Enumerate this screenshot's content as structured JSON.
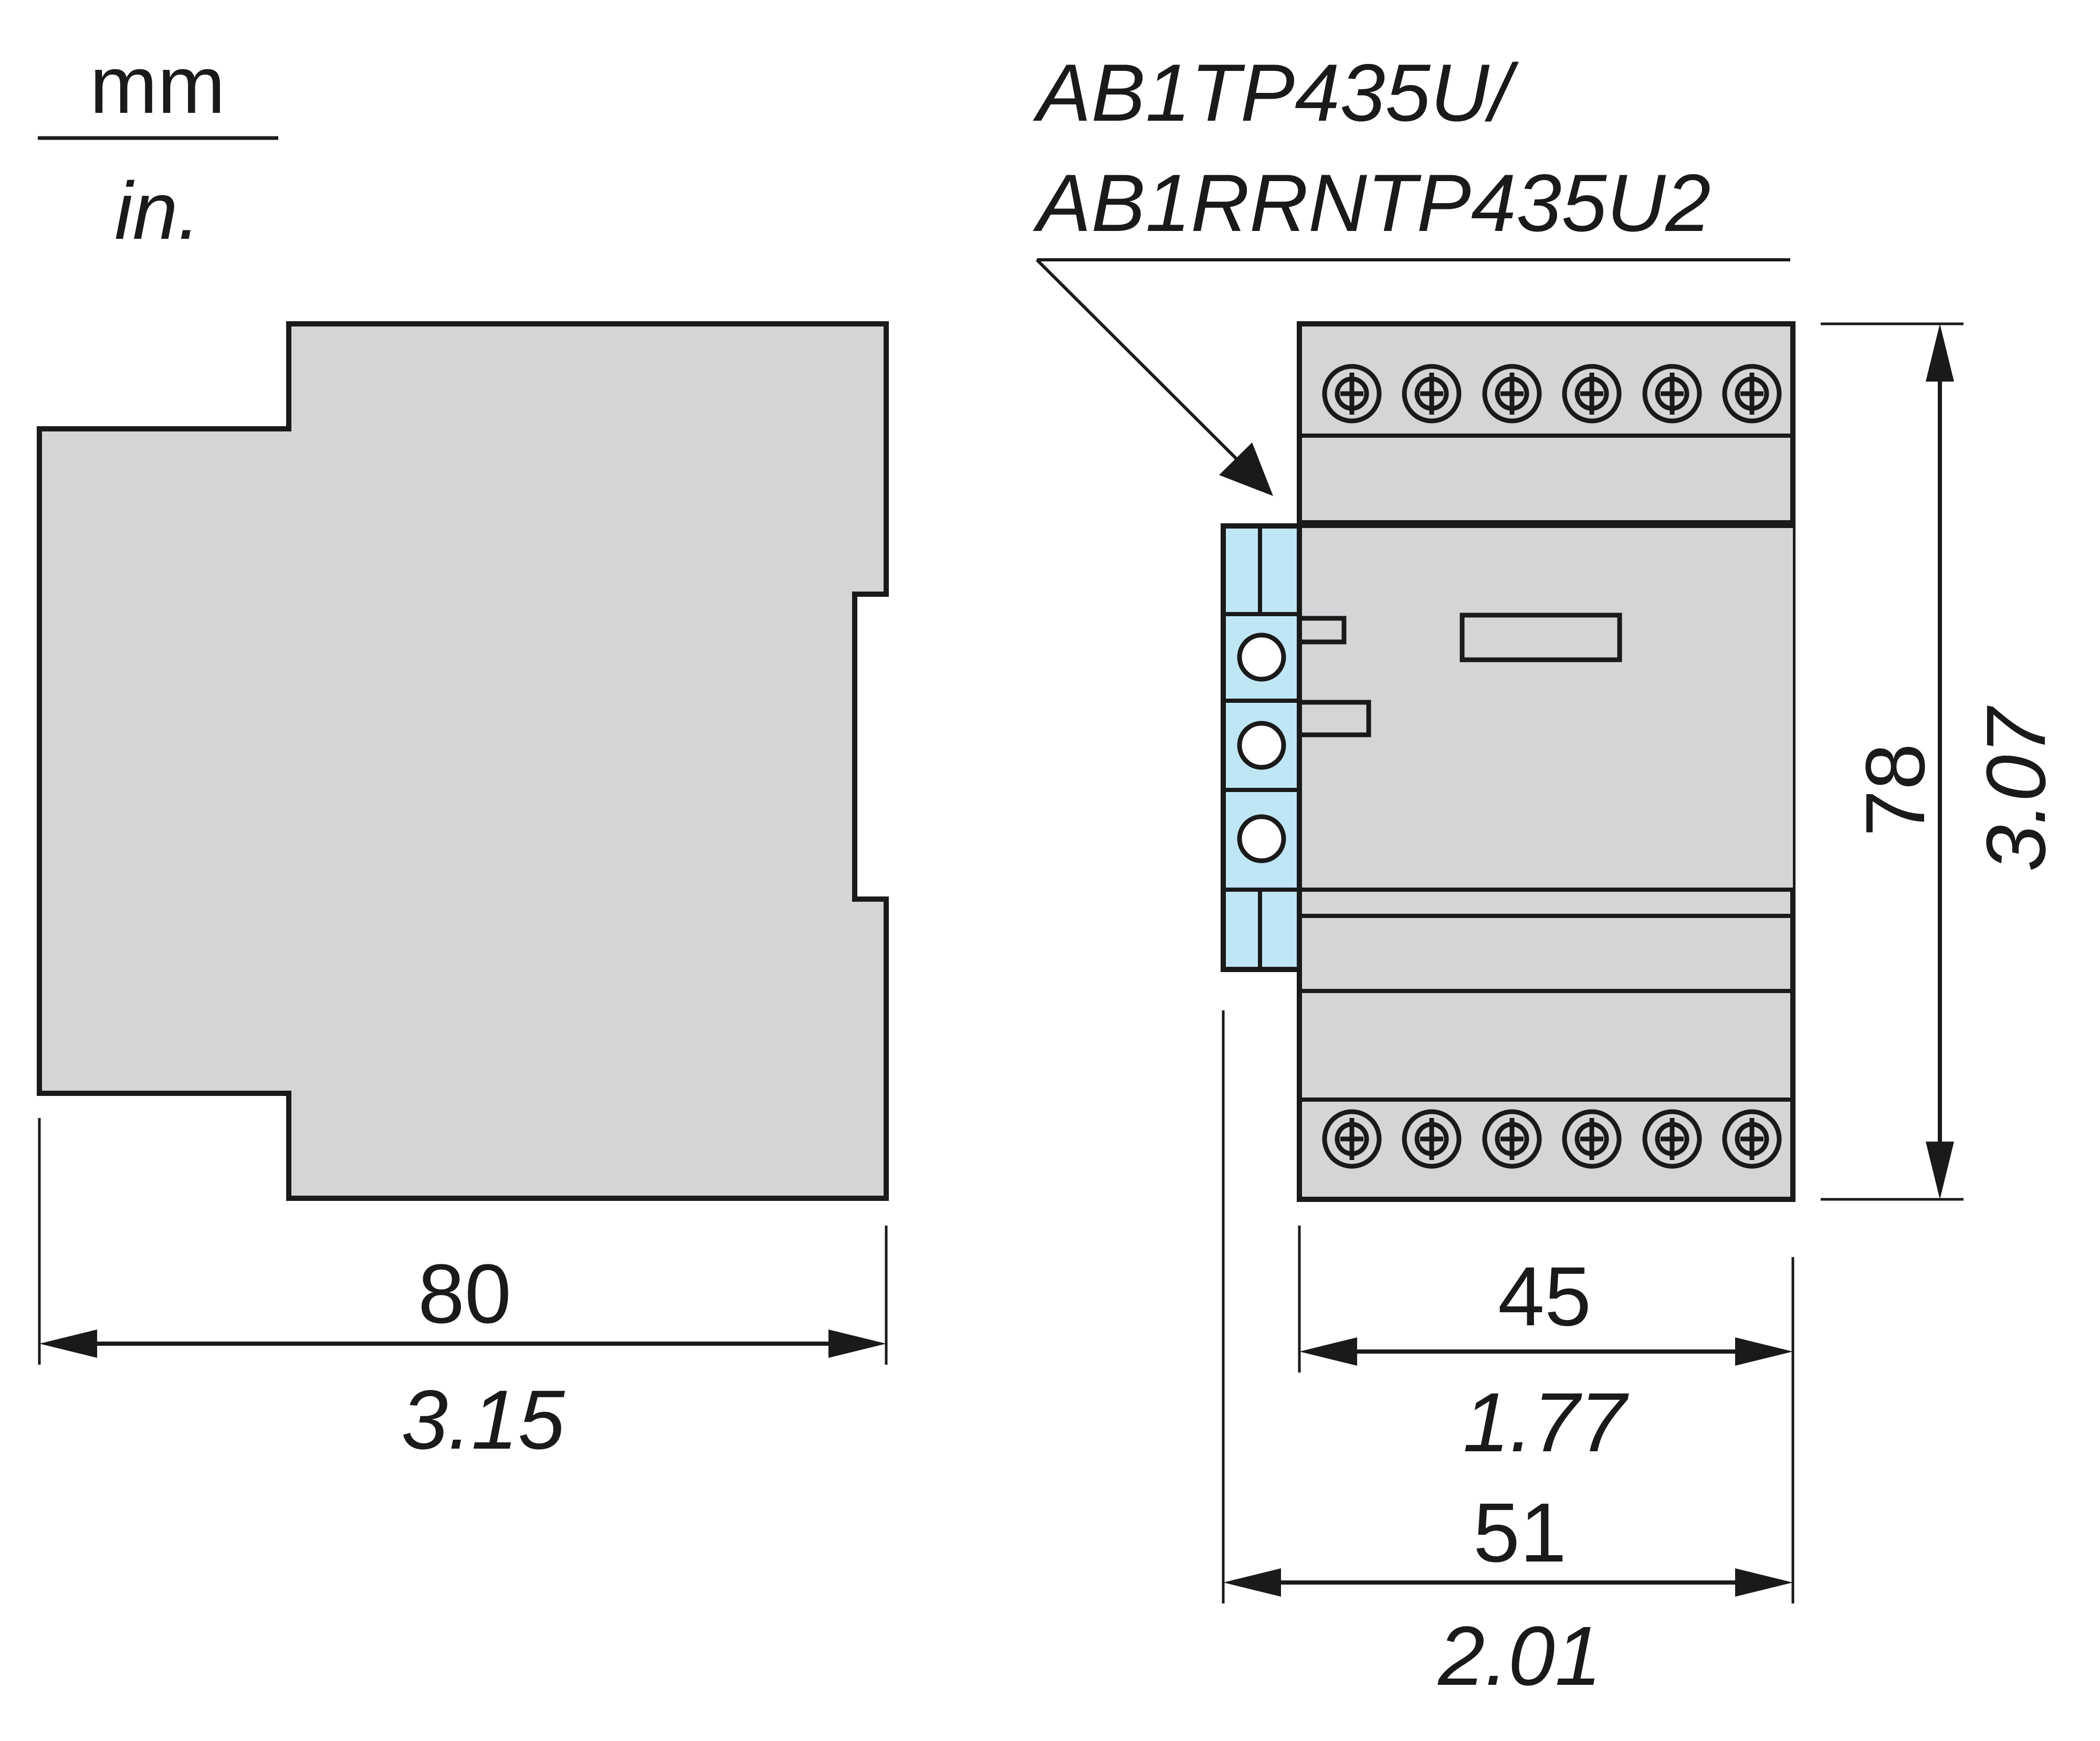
{
  "units": {
    "metric": "mm",
    "imperial": "in."
  },
  "model_label": {
    "line1": "AB1TP435U/",
    "line2": "AB1RRNTP435U2"
  },
  "dimensions": {
    "side_width": {
      "mm": "80",
      "in": "3.15"
    },
    "front_width": {
      "mm": "45",
      "in": "1.77"
    },
    "overall_width": {
      "mm": "51",
      "in": "2.01"
    },
    "height": {
      "mm": "78",
      "in": "3.07"
    }
  },
  "colors": {
    "body_fill": "#d4d5d7",
    "terminal_block_fill": "#bfe6f4",
    "line": "#1a1a1a"
  },
  "icons": {
    "screw_terminal": "screw-terminal-icon",
    "terminal_pin": "terminal-pin-icon",
    "dimension_arrow": "dimension-arrow-icon"
  }
}
